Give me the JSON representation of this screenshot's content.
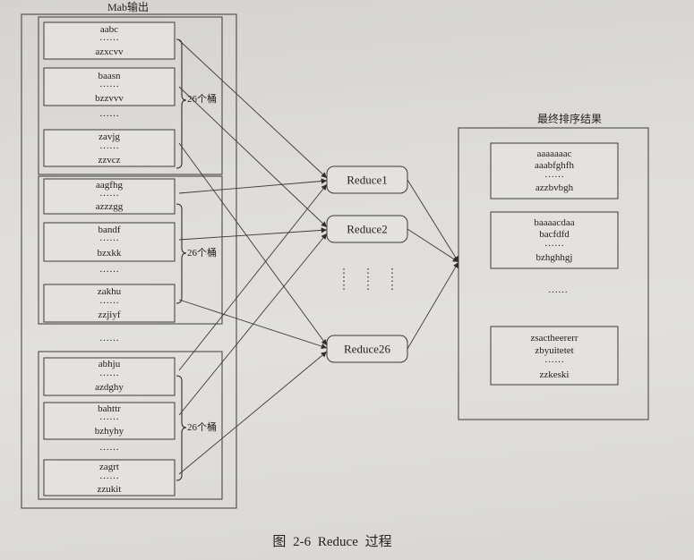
{
  "left_panel": {
    "title": "Mab输出",
    "groups": [
      {
        "buckets": [
          {
            "lines": [
              "aabc",
              "……",
              "azxcvv"
            ]
          },
          {
            "lines": [
              "baasn",
              "……",
              "bzzvvv"
            ]
          },
          {
            "lines": [
              "zavjg",
              "……",
              "zzvcz"
            ]
          }
        ],
        "gap": "……",
        "brace_label": "26个桶"
      },
      {
        "buckets": [
          {
            "lines": [
              "aagfhg",
              "……",
              "azzzgg"
            ]
          },
          {
            "lines": [
              "bandf",
              "……",
              "bzxkk"
            ]
          },
          {
            "lines": [
              "zakhu",
              "……",
              "zzjiyf"
            ]
          }
        ],
        "gap": "……",
        "brace_label": "26个桶"
      },
      {
        "buckets": [
          {
            "lines": [
              "abhju",
              "……",
              "azdghy"
            ]
          },
          {
            "lines": [
              "bahttr",
              "……",
              "bzhyhy"
            ]
          },
          {
            "lines": [
              "zagrt",
              "……",
              "zzukit"
            ]
          }
        ],
        "gap": "……",
        "brace_label": "26个桶"
      }
    ],
    "between_groups": "……"
  },
  "reducers": [
    "Reduce1",
    "Reduce2",
    "Reduce26"
  ],
  "right_panel": {
    "title": "最终排序结果",
    "buckets": [
      {
        "lines": [
          "aaaaaaac",
          "aaabfghfh",
          "……",
          "azzbvbgh"
        ]
      },
      {
        "lines": [
          "baaaacdaa",
          "bacfdfd",
          "……",
          "bzhghhgj"
        ]
      },
      {
        "lines": [
          "zsactheererr",
          "zbyuitetet",
          "……",
          "zzkeski"
        ]
      }
    ],
    "gap": "……"
  },
  "caption": "图 2-6 Reduce 过程"
}
